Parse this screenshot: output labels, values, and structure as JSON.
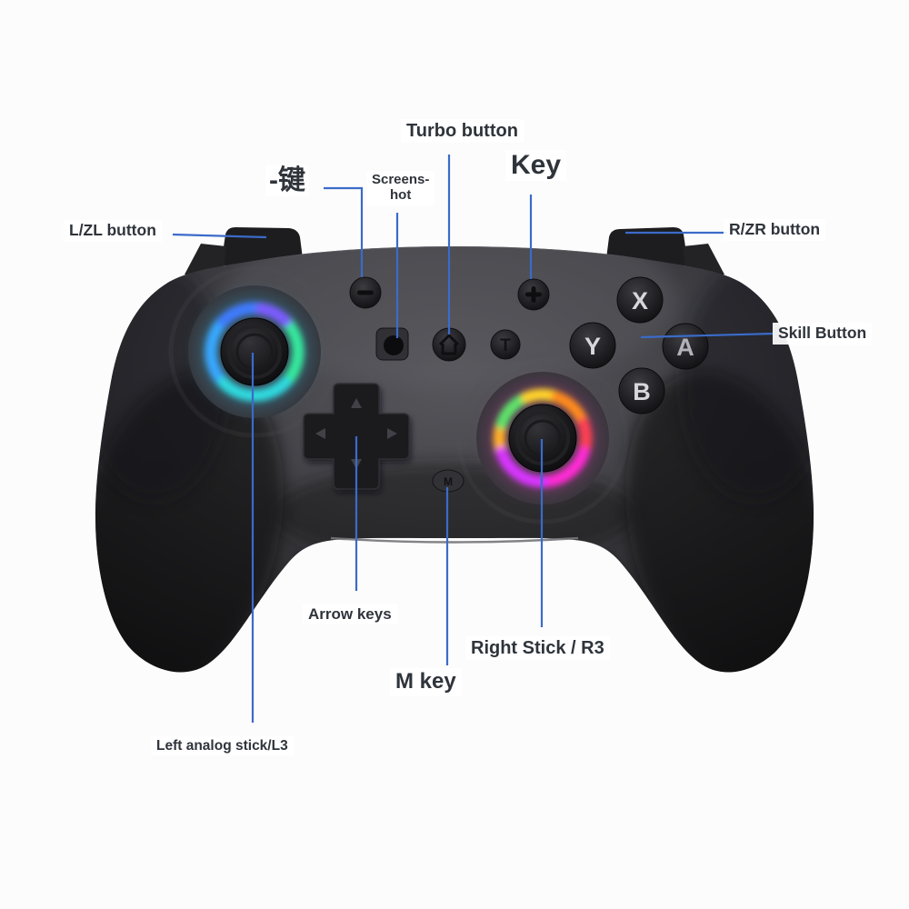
{
  "page": {
    "background": "#fcfcfc",
    "callout_color": "#3b6bc9",
    "label_text_color": "#2f343b",
    "label_background": "#ffffff"
  },
  "device": {
    "name": "wireless game controller (annotated product diagram)",
    "body_color": "#3c3c41",
    "grip_color": "#121214",
    "left_ring_colors": [
      "#3f7bff",
      "#35e89c",
      "#2fd9de",
      "#38a8ff",
      "#7b5cff"
    ],
    "right_ring_colors": [
      "#ffaf2a",
      "#5fe26a",
      "#ffd229",
      "#ff8b1f",
      "#ff4053",
      "#ff2bd4",
      "#d835ff"
    ]
  },
  "labels": {
    "l_zl": "L/ZL button",
    "r_zr": "R/ZR button",
    "minus_key": "-键",
    "screenshot_line1": "Screens-",
    "screenshot_line2": "hot",
    "turbo": "Turbo button",
    "key": "Key",
    "skill": "Skill Button",
    "arrow_keys": "Arrow keys",
    "left_stick": "Left analog stick/L3",
    "m_key": "M key",
    "right_stick": "Right Stick / R3"
  },
  "button_glyphs": {
    "x": "X",
    "y": "Y",
    "a": "A",
    "b": "B",
    "t": "T",
    "m": "M"
  },
  "icons": {
    "minus_button": "−",
    "plus_button": "+",
    "screenshot_button": "filled-circle-in-square",
    "home_button": "house-outline",
    "dpad": "cross-with-arrow-marks"
  }
}
